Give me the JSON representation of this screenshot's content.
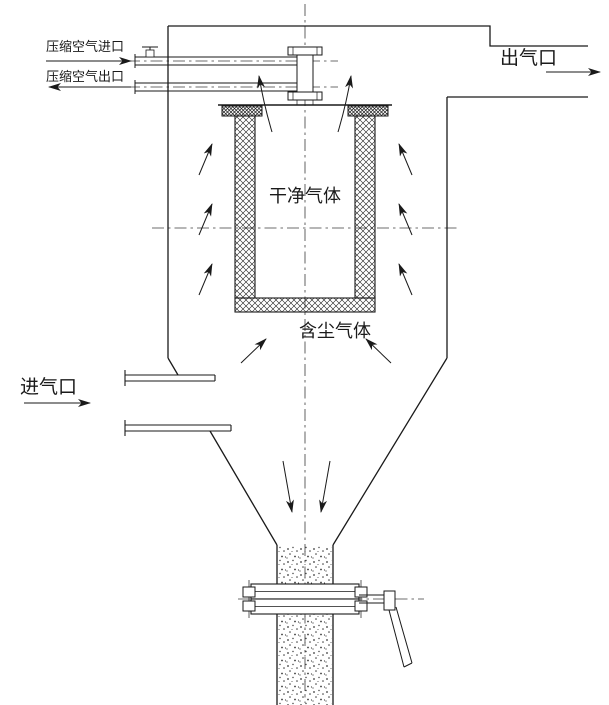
{
  "colors": {
    "line": "#1a1a1a",
    "background": "#ffffff",
    "centerline": "#3c3c3c"
  },
  "diagram": {
    "labels": {
      "compressed_air_inlet": "压缩空气进口",
      "compressed_air_outlet": "压缩空气出口",
      "gas_outlet": "出气口",
      "clean_gas": "干净气体",
      "dusty_gas": "含尘气体",
      "gas_inlet": "进气口"
    }
  }
}
